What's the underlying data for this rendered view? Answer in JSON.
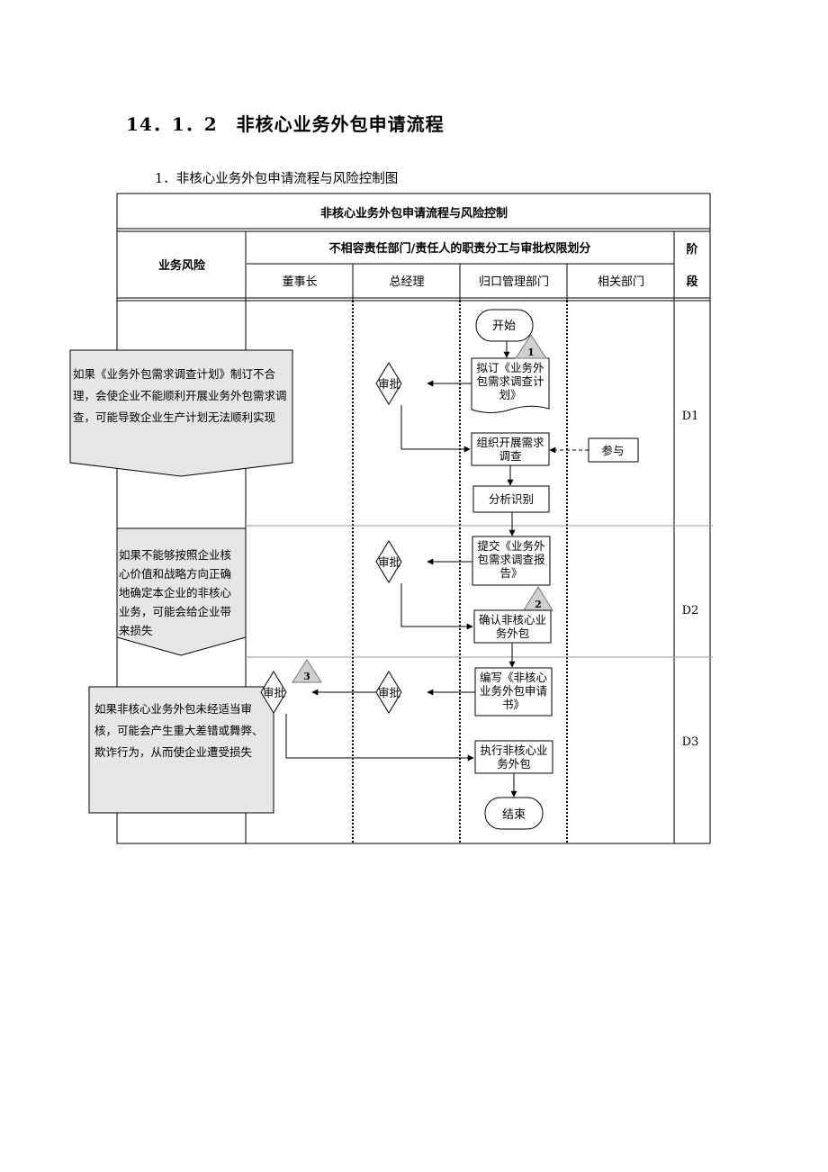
{
  "section_title": "14．1．2　非核心业务外包申请流程",
  "subtitle": "1．非核心业务外包申请流程与风险控制图",
  "table": {
    "title": "非核心业务外包申请流程与风险控制",
    "risk_header": "业务风险",
    "dept_header": "不相容责任部门/责任人的职责分工与审批权限划分",
    "stage_header": "阶段",
    "columns": [
      "董事长",
      "总经理",
      "归口管理部门",
      "相关部门"
    ],
    "stages": [
      "D1",
      "D2",
      "D3"
    ]
  },
  "risks": [
    "如果《业务外包需求调查计划》制订不合理，会使企业不能顺利开展业务外包需求调查，可能导致企业生产计划无法顺利实现",
    "如果不能够按照企业核心价值和战略方向正确地确定本企业的非核心业务，可能会给企业带来损失",
    "如果非核心业务外包未经适当审核，可能会产生重大差错或舞弊、欺诈行为，从而使企业遭受损失"
  ],
  "nodes": {
    "start": "开始",
    "draft_plan": "拟订《业务外包需求调查计划》",
    "review": "审批",
    "organize_survey": "组织开展需求调查",
    "participate": "参与",
    "analyze": "分析识别",
    "submit_report": "提交《业务外包需求调查报告》",
    "confirm": "确认非核心业务外包",
    "write_application": "编写《非核心业务外包申请书》",
    "execute": "执行非核心业务外包",
    "end": "结束"
  },
  "control_points": [
    "1",
    "2",
    "3"
  ]
}
